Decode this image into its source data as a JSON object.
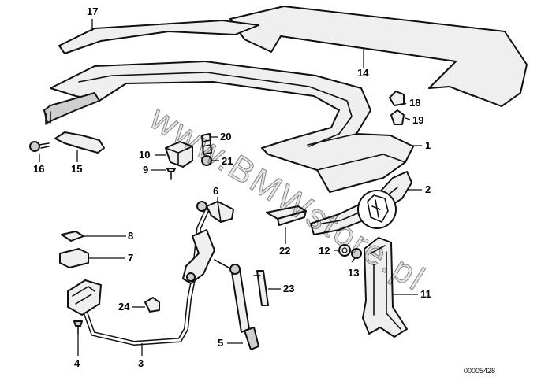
{
  "watermark": "www.BMWstore.pl",
  "diagram_code": "00005428",
  "callouts": {
    "c1": "1",
    "c2": "2",
    "c3": "3",
    "c4": "4",
    "c5": "5",
    "c6": "6",
    "c7": "7",
    "c8": "8",
    "c9": "9",
    "c10": "10",
    "c11": "11",
    "c12": "12",
    "c13": "13",
    "c14": "14",
    "c15": "15",
    "c16": "16",
    "c17": "17",
    "c18": "18",
    "c19": "19",
    "c20": "20",
    "c21": "21",
    "c22": "22",
    "c23": "23",
    "c24": "24"
  },
  "colors": {
    "line": "#111111",
    "fill": "#efefef",
    "shade": "#cfcfcf"
  }
}
